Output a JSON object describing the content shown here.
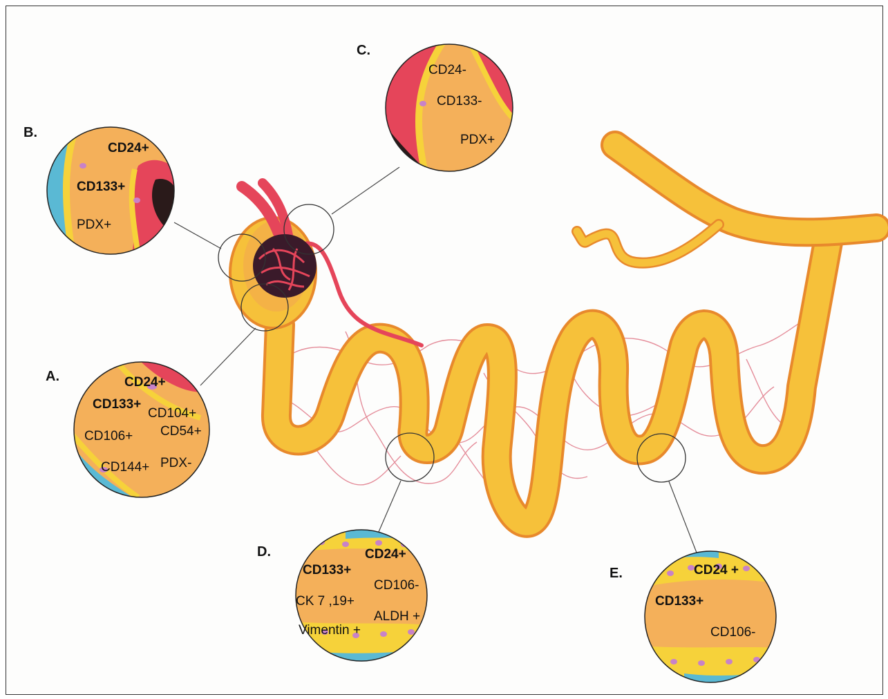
{
  "colors": {
    "tubule": "#f6c13a",
    "tubule_edge": "#e8892c",
    "cell_fill": "#f4a94e",
    "vessel": "#e5455a",
    "capillary": "#e07a8a",
    "interstitium": "#5ab9d4",
    "nucleus": "#c882c8"
  },
  "panels": {
    "A": {
      "letter": "A.",
      "markers": {
        "m1": "CD24+",
        "m2": "CD133+",
        "m3": "CD104+",
        "m4": "CD106+",
        "m5": "CD54+",
        "m6": "CD144+",
        "m7": "PDX-"
      }
    },
    "B": {
      "letter": "B.",
      "markers": {
        "m1": "CD24+",
        "m2": "CD133+",
        "m3": "PDX+"
      }
    },
    "C": {
      "letter": "C.",
      "markers": {
        "m1": "CD24-",
        "m2": "CD133-",
        "m3": "PDX+"
      }
    },
    "D": {
      "letter": "D.",
      "markers": {
        "m1": "CD24+",
        "m2": "CD133+",
        "m3": "CD106-",
        "m4": "CK 7 ,19+",
        "m5": "ALDH +",
        "m6": "Vimentin +"
      }
    },
    "E": {
      "letter": "E.",
      "markers": {
        "m1": "CD24 +",
        "m2": "CD133+",
        "m3": "CD106-"
      }
    }
  }
}
